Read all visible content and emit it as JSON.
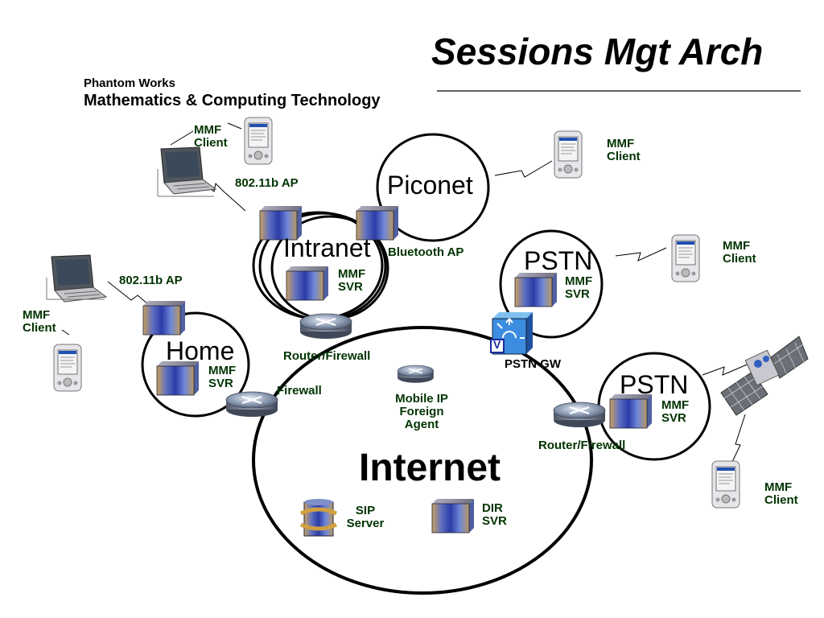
{
  "header": {
    "title": "Sessions Mgt Arch",
    "org": "Phantom Works",
    "dept": "Mathematics & Computing Technology"
  },
  "networks": {
    "internet": "Internet",
    "intranet": "Intranet",
    "home": "Home",
    "piconet": "Piconet",
    "pstn_top": "PSTN",
    "pstn_right": "PSTN"
  },
  "labels": {
    "ap_top": "802.11b AP",
    "ap_left": "802.11b AP",
    "bluetooth_ap": "Bluetooth AP",
    "router_intranet": "Router/Firewall",
    "firewall_home": "Firewall",
    "router_pstn": "Router/Firewall",
    "pstn_gw": "PSTN GW",
    "pstn_gw_badge": "V",
    "mobile_ip": "Mobile IP\nForeign\nAgent",
    "sip_server": "SIP\nServer",
    "dir_svr": "DIR\nSVR",
    "mmf_svr_intranet": "MMF\nSVR",
    "mmf_svr_home": "MMF\nSVR",
    "mmf_svr_pstn_top": "MMF\nSVR",
    "mmf_svr_pstn_right": "MMF\nSVR"
  },
  "clients": {
    "top_laptop": "MMF\nClient",
    "top_right": "MMF\nClient",
    "right_mid": "MMF\nClient",
    "left": "MMF\nClient",
    "bottom_right": "MMF\nClient"
  },
  "colors": {
    "server_blue": "#4a5fc8",
    "label_green": "#003300"
  }
}
